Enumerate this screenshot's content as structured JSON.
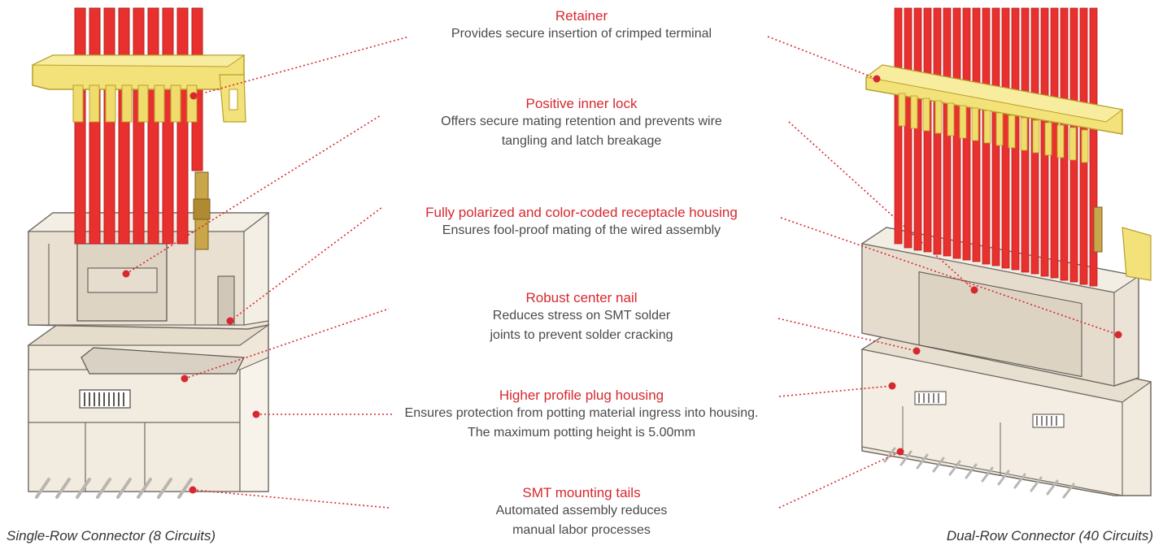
{
  "features": [
    {
      "title": "Retainer",
      "desc": "Provides secure insertion of crimped terminal"
    },
    {
      "title": "Positive inner lock",
      "desc": "Offers secure mating retention and prevents wire tangling and latch breakage"
    },
    {
      "title": "Fully polarized and color-coded receptacle housing",
      "desc": "Ensures fool-proof mating of the wired assembly"
    },
    {
      "title": "Robust center nail",
      "desc": "Reduces stress on SMT solder joints to prevent solder cracking"
    },
    {
      "title": "Higher profile plug housing",
      "desc": "Ensures protection from potting material ingress into housing. The maximum potting height is 5.00mm"
    },
    {
      "title": "SMT mounting tails",
      "desc": "Automated assembly reduces manual labor processes"
    }
  ],
  "captions": {
    "left": "Single-Row Connector (8 Circuits)",
    "right": "Dual-Row Connector (40 Circuits)"
  },
  "colors": {
    "accent": "#d7282f",
    "wire": "#e8312f",
    "retainer": "#f3e27a",
    "housing": "#efe7da"
  }
}
